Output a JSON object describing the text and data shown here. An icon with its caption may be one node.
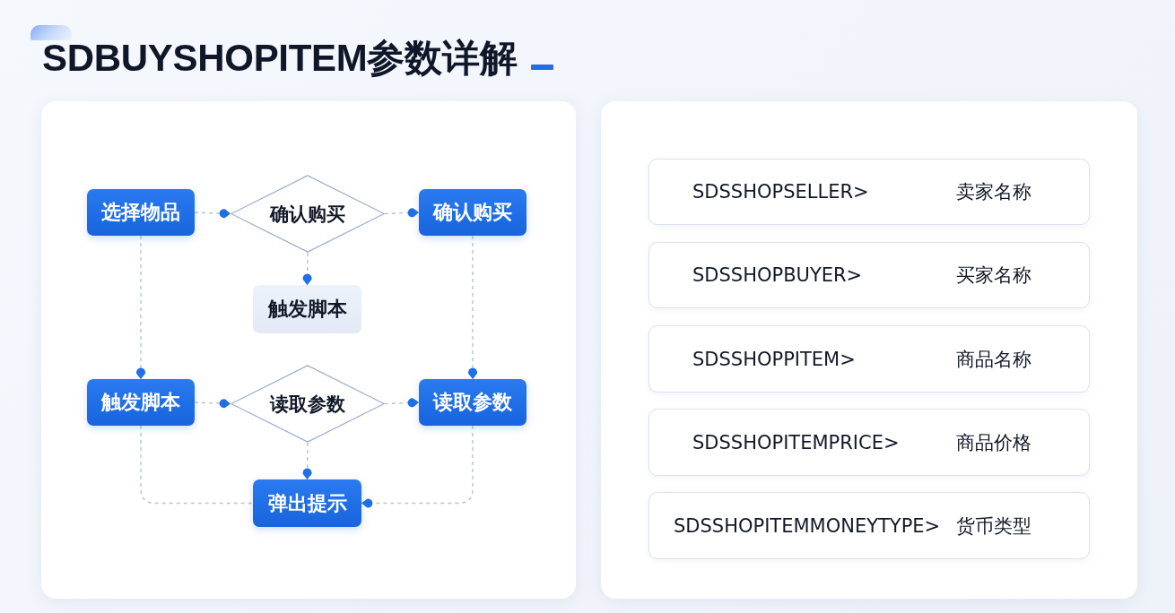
{
  "diagram": {
    "title": "SDBUYSHOPITEM参数详解",
    "nodes": [
      {
        "text": [],
        "shape": "box"
      },
      {
        "text": [
          "选择物品"
        ],
        "in": 0
      },
      {
        "text": [
          "确认购买"
        ],
        "in": 0
      },
      {
        "text": [
          "确认购买"
        ],
        "in": 0
      },
      {
        "text": [
          "触发脚本"
        ],
        "in": 0
      },
      {
        "text": [
          "触发脚本"
        ],
        "in": 0
      },
      {
        "text": [
          "读取参数"
        ],
        "in": 0
      },
      {
        "text": [
          "读取参数"
        ],
        "in": 0
      },
      {
        "text": [
          "弹出提示"
        ],
        "in": 0
      },
      {
        "text": [],
        "shape": "box"
      },
      {
        "text": [
          "SDSSHOPSELLER>",
          "卖家名称"
        ],
        "in": 9
      },
      {
        "text": [
          "SDSSHOPBUYER>",
          "买家名称"
        ],
        "in": 9
      },
      {
        "text": [
          "SDSSHOPPITEM>",
          "商品名称"
        ],
        "in": 9
      },
      {
        "text": [
          "SDSSHOPITEMPRICE>",
          "商品价格"
        ],
        "in": 9
      },
      {
        "text": [
          "SDSSHOPITEMMONEYTYPE>",
          "货币类型"
        ],
        "in": 9
      }
    ],
    "edges": [
      {
        "from": 1,
        "to": 2,
        "arrow": "to",
        "style": "dashed"
      },
      {
        "from": 2,
        "to": 3,
        "arrow": "to",
        "style": "dashed"
      },
      {
        "from": 2,
        "to": 4,
        "arrow": "to",
        "style": "dashed"
      },
      {
        "from": 1,
        "to": 5,
        "arrow": "to",
        "style": "dashed"
      },
      {
        "from": 3,
        "to": 7,
        "arrow": "to",
        "style": "dashed"
      },
      {
        "from": 5,
        "to": 6,
        "arrow": "to",
        "style": "dashed"
      },
      {
        "from": 6,
        "to": 7,
        "arrow": "to",
        "style": "dashed"
      },
      {
        "from": 6,
        "to": 8,
        "arrow": "to",
        "style": "dashed"
      },
      {
        "from": 5,
        "to": 8,
        "arrow": "none",
        "style": "dashed"
      },
      {
        "from": 7,
        "to": 8,
        "arrow": "to",
        "style": "dashed"
      }
    ]
  }
}
